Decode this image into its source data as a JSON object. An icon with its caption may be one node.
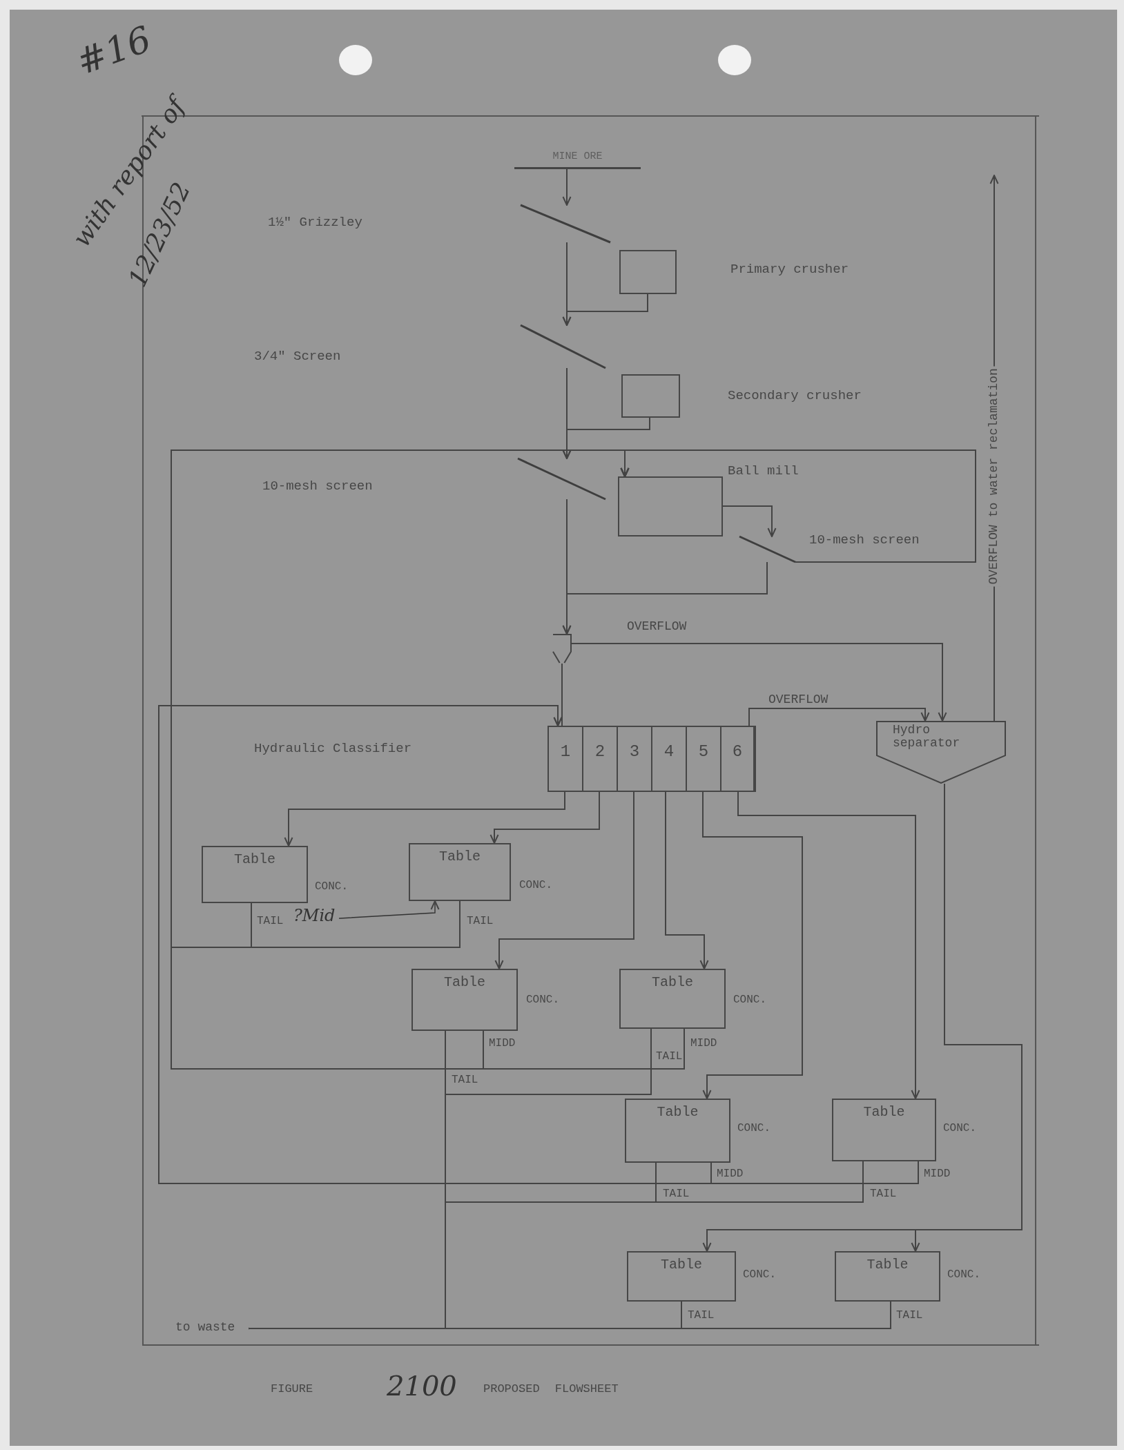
{
  "diagram": {
    "caption": "PROPOSED FLOWSHEET",
    "nodes": [
      {
        "text": [
          "MINE ORE"
        ]
      },
      {
        "text": [],
        "shape": "bar"
      },
      {
        "text": [],
        "shape": "box"
      },
      {
        "text": [],
        "shape": "bar"
      },
      {
        "text": [],
        "shape": "box"
      },
      {
        "text": [],
        "shape": "bar"
      },
      {
        "text": [],
        "shape": "box"
      },
      {
        "text": [],
        "shape": "bar"
      },
      {
        "text": [],
        "shape": "funnel"
      },
      {
        "text": [],
        "shape": "box"
      },
      {
        "text": [
          "1"
        ],
        "in": 9
      },
      {
        "text": [
          "2"
        ],
        "in": 9
      },
      {
        "text": [
          "3"
        ],
        "in": 9
      },
      {
        "text": [
          "4"
        ],
        "in": 9
      },
      {
        "text": [
          "5"
        ],
        "in": 9
      },
      {
        "text": [
          "6"
        ],
        "in": 9
      },
      {
        "text": [
          "Hydro separator"
        ]
      },
      {
        "text": [
          "Table"
        ],
        "beside": [
          "CONC.",
          "TAIL"
        ]
      },
      {
        "text": [
          "Table"
        ],
        "beside": [
          "CONC.",
          "TAIL"
        ]
      },
      {
        "text": [
          "Table"
        ],
        "beside": [
          "CONC.",
          "MIDD",
          "TAIL"
        ]
      },
      {
        "text": [
          "Table"
        ],
        "beside": [
          "CONC.",
          "MIDD",
          "TAIL"
        ]
      },
      {
        "text": [
          "Table"
        ],
        "beside": [
          "CONC.",
          "MIDD",
          "TAIL"
        ]
      },
      {
        "text": [
          "Table"
        ],
        "beside": [
          "CONC.",
          "MIDD",
          "TAIL"
        ]
      },
      {
        "text": [
          "Table"
        ],
        "beside": [
          "CONC.",
          "TAIL"
        ]
      },
      {
        "text": [
          "Table"
        ],
        "beside": [
          "CONC.",
          "TAIL"
        ]
      },
      {
        "text": [
          "?Mid"
        ]
      },
      {
        "text": [
          "to waste"
        ]
      }
    ],
    "edges": [
      {
        "from": 0,
        "to": 1,
        "arrow": "to"
      },
      {
        "from": 1,
        "to": 3,
        "arrow": "to"
      },
      {
        "from": 2,
        "to": 3,
        "arrow": "to"
      },
      {
        "from": 3,
        "to": 5,
        "arrow": "to"
      },
      {
        "from": 4,
        "to": 5,
        "arrow": "to"
      },
      {
        "from": 6,
        "to": 7,
        "arrow": "to"
      },
      {
        "from": 7,
        "to": 6,
        "arrow": "to"
      },
      {
        "from": 5,
        "to": 8,
        "arrow": "to"
      },
      {
        "from": 7,
        "to": 8,
        "arrow": "to"
      },
      {
        "from": 8,
        "to": 9,
        "arrow": "none"
      },
      {
        "from": 8,
        "to": 16,
        "arrow": "to",
        "label": "OVERFLOW"
      },
      {
        "from": 9,
        "to": 16,
        "arrow": "to",
        "label": "OVERFLOW"
      },
      {
        "from": 16,
        "to": null,
        "arrow": "to",
        "label": "OVERFLOW to water reclamation"
      },
      {
        "from": 10,
        "to": 17,
        "arrow": "to"
      },
      {
        "from": 11,
        "to": 18,
        "arrow": "to"
      },
      {
        "from": 12,
        "to": 19,
        "arrow": "to"
      },
      {
        "from": 13,
        "to": 20,
        "arrow": "to"
      },
      {
        "from": 14,
        "to": 21,
        "arrow": "to"
      },
      {
        "from": 15,
        "to": 22,
        "arrow": "to"
      },
      {
        "from": 16,
        "to": 23,
        "arrow": "to"
      },
      {
        "from": 16,
        "to": 24,
        "arrow": "to"
      },
      {
        "from": 17,
        "to": 6,
        "arrow": "to"
      },
      {
        "from": 18,
        "to": 6,
        "arrow": "to"
      },
      {
        "from": 19,
        "to": 6,
        "arrow": "to"
      },
      {
        "from": 20,
        "to": 6,
        "arrow": "to"
      },
      {
        "from": 21,
        "to": 9,
        "arrow": "to"
      },
      {
        "from": 22,
        "to": 9,
        "arrow": "to"
      },
      {
        "from": 19,
        "to": 26,
        "arrow": "to"
      },
      {
        "from": 20,
        "to": 26,
        "arrow": "to"
      },
      {
        "from": 21,
        "to": 26,
        "arrow": "to"
      },
      {
        "from": 22,
        "to": 26,
        "arrow": "to"
      },
      {
        "from": 23,
        "to": 26,
        "arrow": "to"
      },
      {
        "from": 24,
        "to": 26,
        "arrow": "to"
      },
      {
        "from": 25,
        "to": 18,
        "arrow": "to",
        "color": "#333333"
      }
    ],
    "labels": [
      "#16",
      "with report of",
      "12/23/52",
      "1½\" Grizzley",
      "Primary crusher",
      "3/4\" Screen",
      "Secondary crusher",
      "10-mesh screen",
      "Ball mill",
      "10-mesh screen",
      "Hydraulic Classifier",
      "FIGURE",
      "2100"
    ]
  }
}
